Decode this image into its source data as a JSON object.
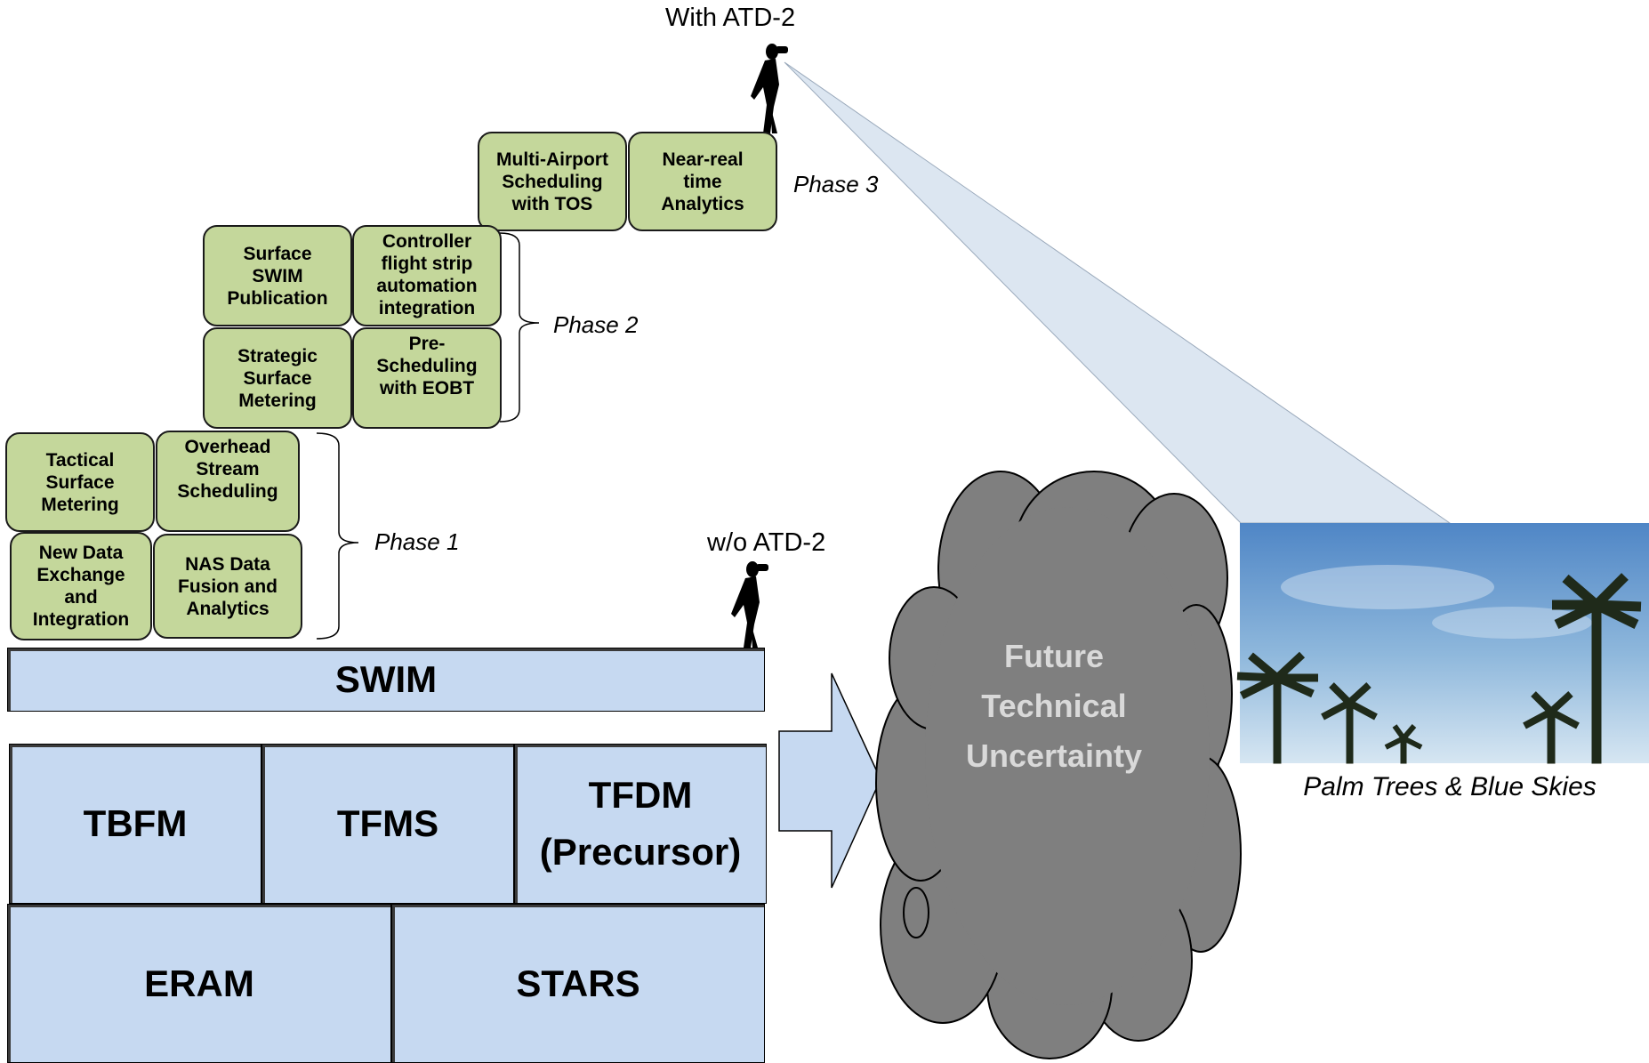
{
  "labels": {
    "with_atd2": "With ATD-2",
    "without_atd2": "w/o ATD-2",
    "photo_caption": "Palm Trees & Blue Skies"
  },
  "phases": {
    "phase1": "Phase 1",
    "phase2": "Phase 2",
    "phase3": "Phase 3"
  },
  "capabilities": {
    "multi_airport": "Multi-Airport\nScheduling\nwith TOS",
    "near_real_time": "Near-real\ntime\nAnalytics",
    "surface_swim": "Surface\nSWIM\nPublication",
    "controller_flight_strip": "Controller\nflight strip\nautomation\nintegration",
    "strategic_surface": "Strategic\nSurface\nMetering",
    "pre_scheduling": "Pre-\nScheduling\nwith EOBT",
    "tactical_surface": "Tactical\nSurface\nMetering",
    "overhead_stream": "Overhead\nStream\nScheduling",
    "new_data_exchange": "New Data\nExchange\nand\nIntegration",
    "nas_data_fusion": "NAS Data\nFusion and\nAnalytics"
  },
  "systems": {
    "swim": "SWIM",
    "tbfm": "TBFM",
    "tfms": "TFMS",
    "tfdm": "TFDM\n(Precursor)",
    "eram": "ERAM",
    "stars": "STARS"
  },
  "cloud": {
    "text": "Future\nTechnical\nUncertainty"
  },
  "colors": {
    "green_box": "#c4d79b",
    "blue_box": "#c6d9f1",
    "cloud": "#7f7f7f",
    "cloud_text": "#d9d9d9",
    "beam": "#dce6f1"
  }
}
